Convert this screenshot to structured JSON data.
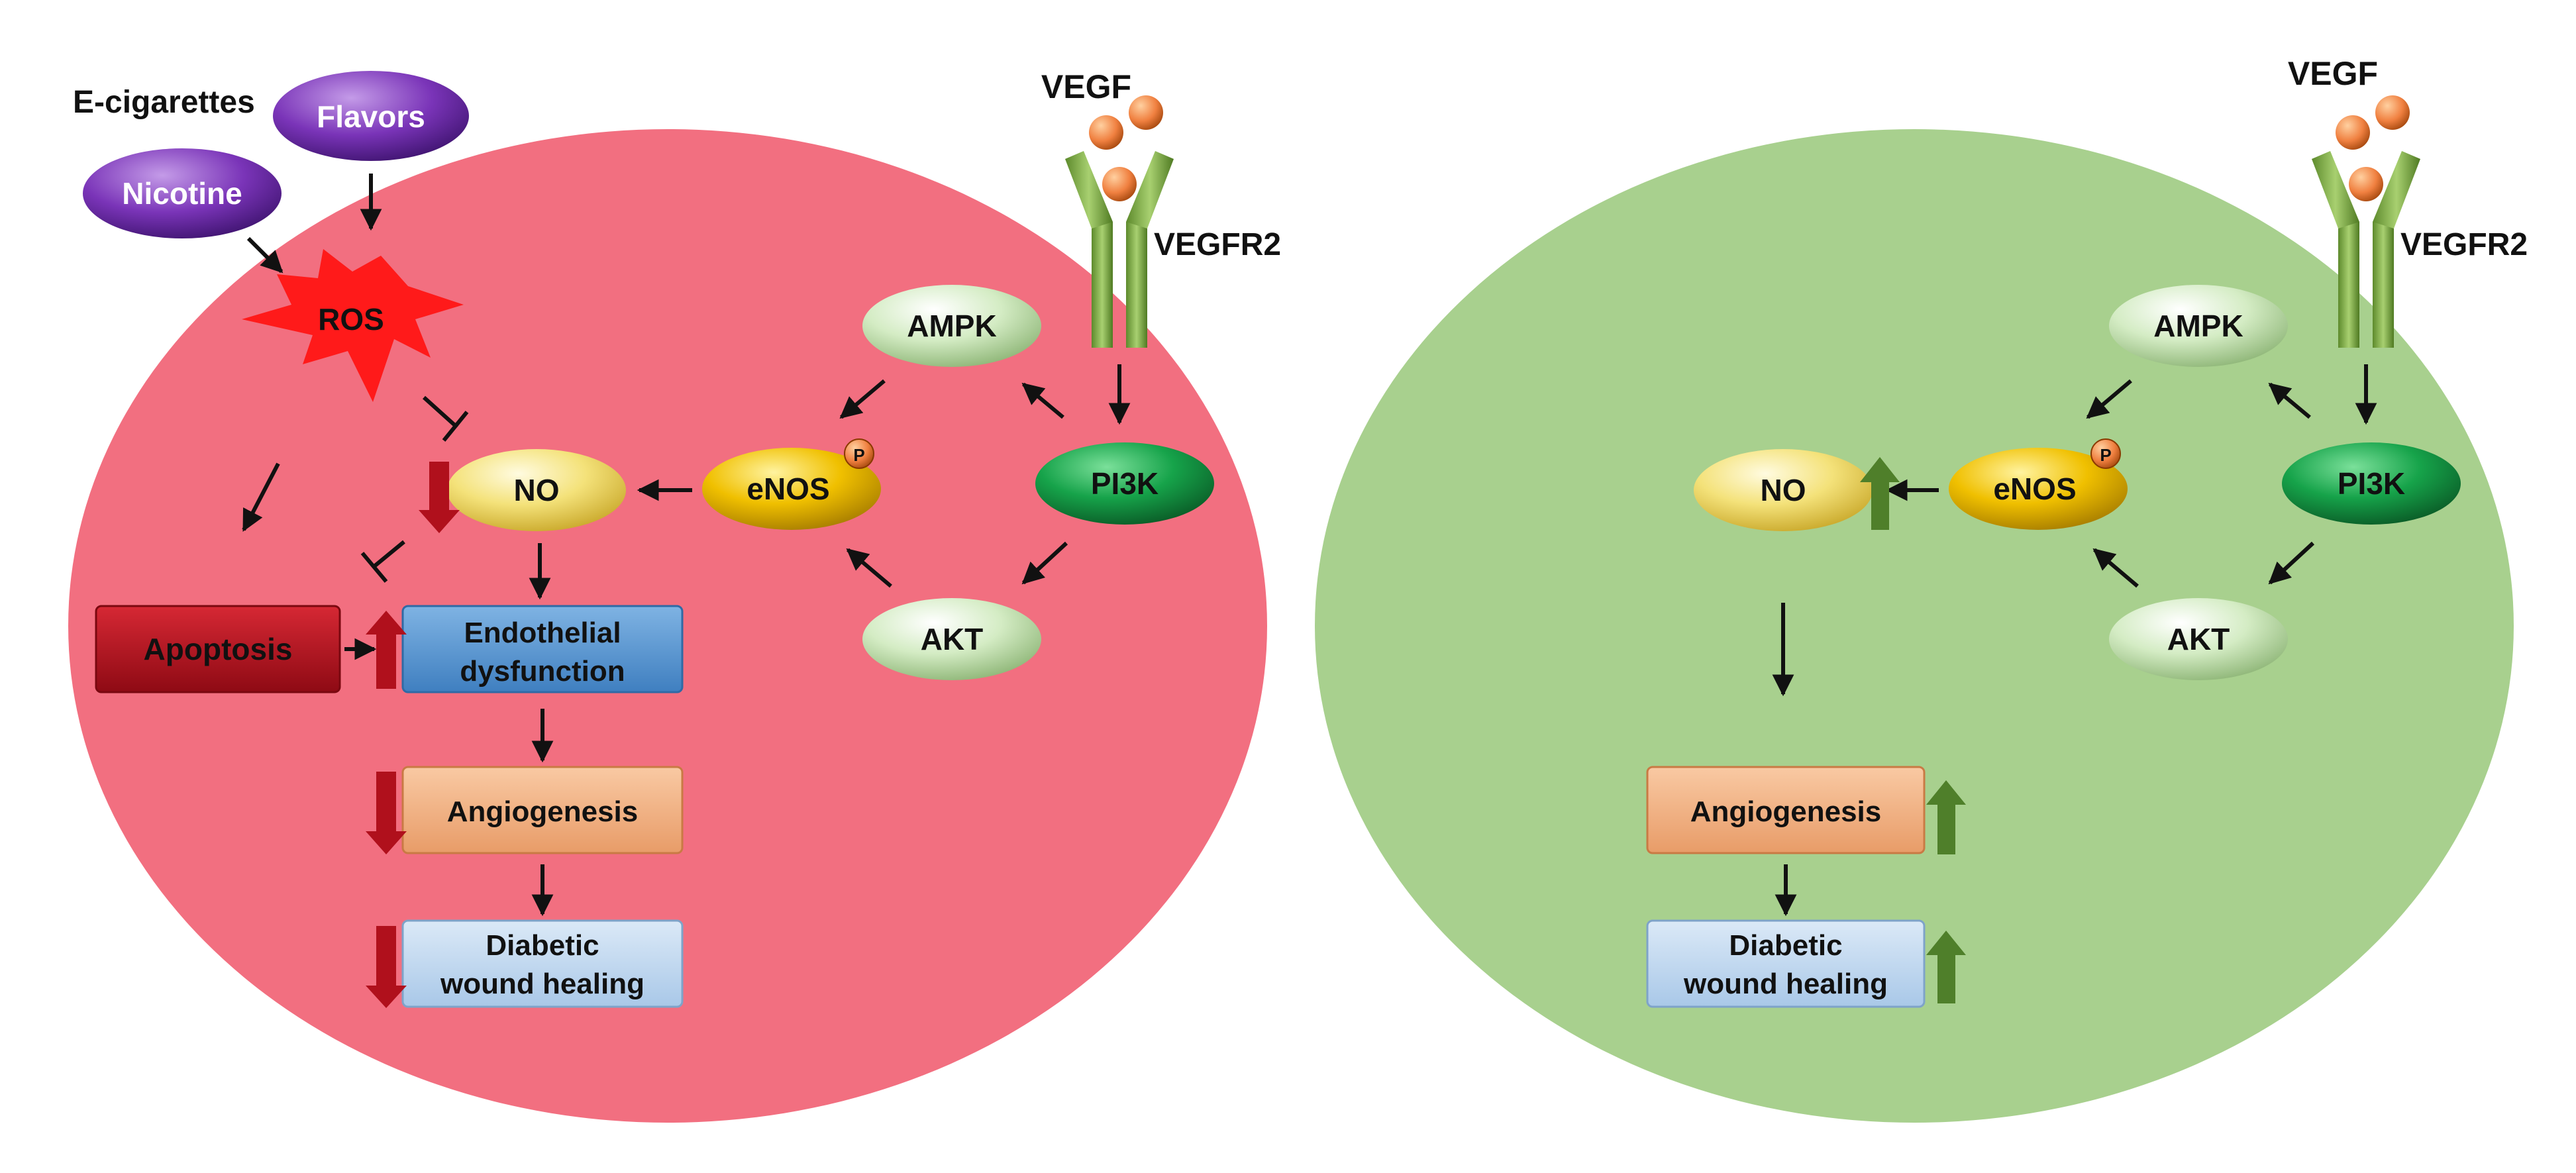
{
  "colors": {
    "background": "#ffffff",
    "left_cell": "#f26f80",
    "right_cell": "#a8d08e",
    "nicotine_flavors": "#7a34b8",
    "ros": "#ff1a1a",
    "no": "#f2de6a",
    "enos": "#f0c000",
    "pi3k": "#16a34a",
    "ampk_akt": "#d4ecc4",
    "apoptosis": "#c1121f",
    "endothelial": "#5b9bd5",
    "angiogenesis": "#f4b183",
    "wound": "#bdd7ee",
    "receptor": "#7fa545",
    "vegf_dot": "#f08040",
    "arrow": "#111111",
    "down_arrow": "#b0101c",
    "up_arrow_red": "#b0101c",
    "up_arrow_green": "#4f7f2a"
  },
  "left": {
    "ecig_label": "E-cigarettes",
    "flavors": "Flavors",
    "nicotine": "Nicotine",
    "ros": "ROS",
    "no": "NO",
    "enos": "eNOS",
    "phospho": "P",
    "pi3k": "PI3K",
    "ampk": "AMPK",
    "akt": "AKT",
    "vegf": "VEGF",
    "vegfr2": "VEGFR2",
    "apoptosis": "Apoptosis",
    "endothelial_line1": "Endothelial",
    "endothelial_line2": "dysfunction",
    "angiogenesis": "Angiogenesis",
    "wound_line1": "Diabetic",
    "wound_line2": "wound healing"
  },
  "right": {
    "no": "NO",
    "enos": "eNOS",
    "phospho": "P",
    "pi3k": "PI3K",
    "ampk": "AMPK",
    "akt": "AKT",
    "vegf": "VEGF",
    "vegfr2": "VEGFR2",
    "angiogenesis": "Angiogenesis",
    "wound_line1": "Diabetic",
    "wound_line2": "wound healing"
  }
}
